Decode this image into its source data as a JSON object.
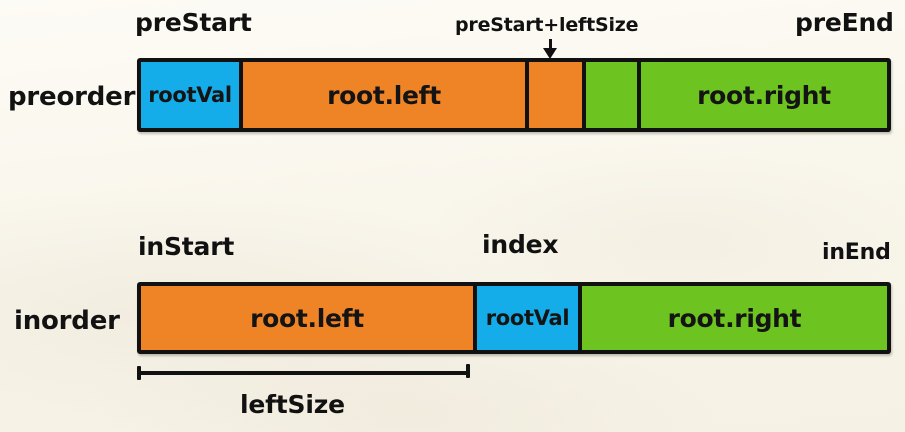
{
  "diagram": {
    "title": "preorder / inorder array partition for building a binary tree",
    "background_color": "#faf7ef",
    "outline_color": "#111111",
    "colors": {
      "root_value": "#14ade9",
      "left_subtree": "#ef8427",
      "right_subtree": "#6dc31f"
    }
  },
  "preorder_row": {
    "row_label": "preorder",
    "segments": [
      {
        "label": "rootVal",
        "color_key": "root_value"
      },
      {
        "label": "root.left",
        "color_key": "left_subtree"
      },
      {
        "label": "",
        "color_key": "left_subtree"
      },
      {
        "label": "",
        "color_key": "right_subtree"
      },
      {
        "label": "root.right",
        "color_key": "right_subtree"
      }
    ],
    "markers": {
      "start": "preStart",
      "middle": "preStart+leftSize",
      "end": "preEnd"
    }
  },
  "inorder_row": {
    "row_label": "inorder",
    "segments": [
      {
        "label": "root.left",
        "color_key": "left_subtree"
      },
      {
        "label": "rootVal",
        "color_key": "root_value"
      },
      {
        "label": "root.right",
        "color_key": "right_subtree"
      }
    ],
    "markers": {
      "start": "inStart",
      "middle": "index",
      "end": "inEnd"
    },
    "bracket": {
      "label": "leftSize"
    }
  }
}
